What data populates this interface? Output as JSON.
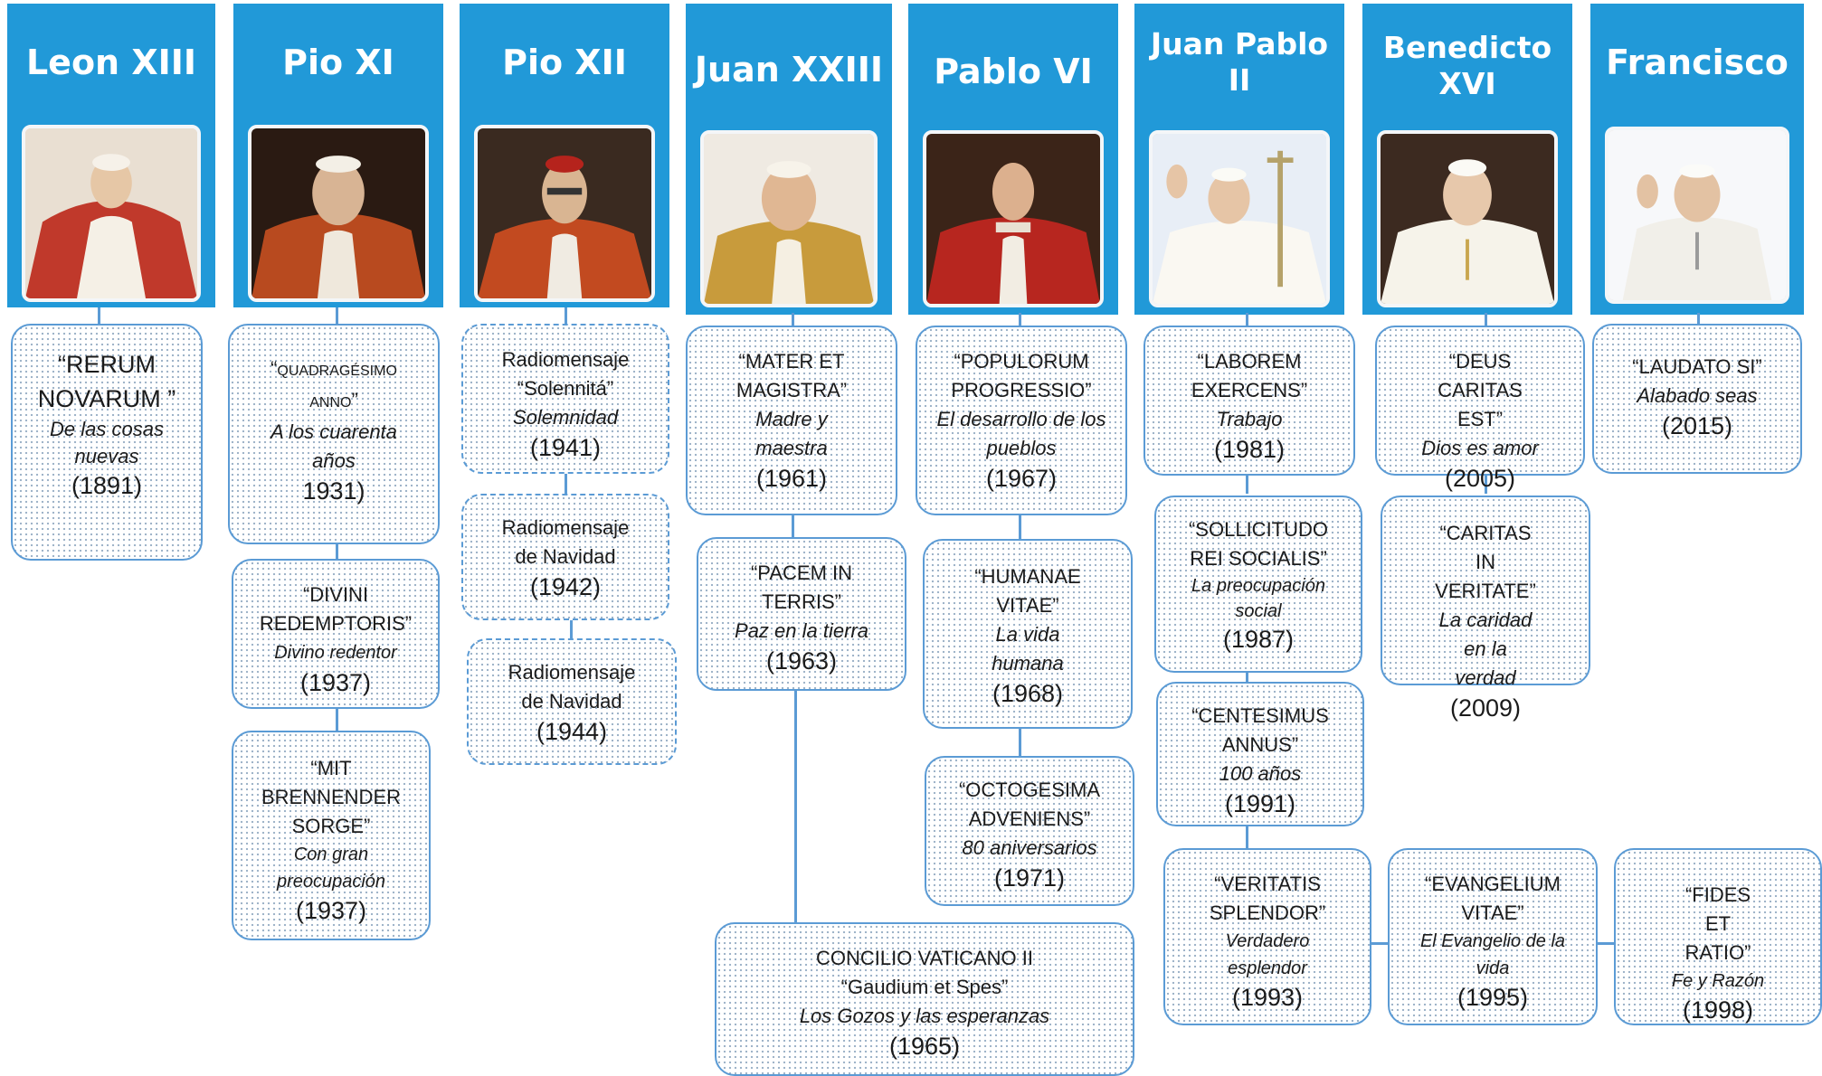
{
  "popes": [
    {
      "name": "Leon XIII",
      "portrait": "portrait-leo-xiii"
    },
    {
      "name": "Pio XI",
      "portrait": "portrait-pius-xi"
    },
    {
      "name": "Pio XII",
      "portrait": "portrait-pius-xii"
    },
    {
      "name": "Juan XXIII",
      "portrait": "portrait-john-xxiii"
    },
    {
      "name": "Pablo VI",
      "portrait": "portrait-paul-vi"
    },
    {
      "name": "Juan Pablo II",
      "portrait": "portrait-john-paul-ii"
    },
    {
      "name": "Benedicto XVI",
      "portrait": "portrait-benedict-xvi"
    },
    {
      "name": "Francisco",
      "portrait": "portrait-francis"
    }
  ],
  "documents": {
    "rerum": {
      "title": "“RERUM NOVARUM ”",
      "subtitle": "De las cosas nuevas",
      "year": "(1891)"
    },
    "quadragesimo": {
      "title_open": "“",
      "title_caps": "QUADRAGÉSIMO ANNO",
      "title_close": "”",
      "subtitle": "A los cuarenta años",
      "year": "1931)"
    },
    "divini": {
      "title": "“DIVINI REDEMPTORIS”",
      "subtitle": "Divino redentor",
      "year": "(1937)"
    },
    "mit": {
      "title": "“MIT BRENNENDER SORGE”",
      "subtitle": "Con gran preocupación",
      "year": "(1937)"
    },
    "radio1941": {
      "title": "Radiomensaje “Solennitá”",
      "subtitle": "Solemnidad",
      "year": "(1941)"
    },
    "radio1942": {
      "title": "Radiomensaje de Navidad",
      "year": "(1942)"
    },
    "radio1944": {
      "title": "Radiomensaje de Navidad",
      "year": "(1944)"
    },
    "mater": {
      "title": "“MATER ET MAGISTRA”",
      "subtitle": "Madre y maestra",
      "year": "(1961)"
    },
    "pacem": {
      "title": "“PACEM IN TERRIS”",
      "subtitle": "Paz en la tierra",
      "year": "(1963)"
    },
    "concilio": {
      "title": "CONCILIO VATICANO II",
      "subtitle_quote": "“Gaudium et Spes”",
      "subtitle": "Los Gozos y las esperanzas",
      "year": "(1965)"
    },
    "populorum": {
      "title": "“POPULORUM PROGRESSIO”",
      "subtitle": "El desarrollo de los pueblos",
      "year": "(1967)"
    },
    "humanae": {
      "title": "“HUMANAE VITAE”",
      "subtitle": "La vida humana",
      "year": "(1968)"
    },
    "octogesima": {
      "title": "“OCTOGESIMA ADVENIENS”",
      "subtitle": "80 aniversarios",
      "year": "(1971)"
    },
    "laborem": {
      "title": "“LABOREM EXERCENS”",
      "subtitle": "Trabajo",
      "year": "(1981)"
    },
    "sollicitudo": {
      "title": "“SOLLICITUDO REI SOCIALIS”",
      "subtitle": "La preocupación social",
      "year": "(1987)"
    },
    "centesimus": {
      "title": "“CENTESIMUS ANNUS”",
      "subtitle": "100 años",
      "year": "(1991)"
    },
    "veritatis": {
      "title": "“VERITATIS SPLENDOR”",
      "subtitle": "Verdadero esplendor",
      "year": "(1993)"
    },
    "evangelium": {
      "title": "“EVANGELIUM VITAE”",
      "subtitle": "El Evangelio de la vida",
      "year": "(1995)"
    },
    "fides": {
      "title": "“FIDES ET RATIO”",
      "subtitle": "Fe y Razón",
      "year": "(1998)"
    },
    "deus": {
      "title": "“DEUS CARITAS EST”",
      "subtitle": "Dios es amor",
      "year": "(2005)"
    },
    "caritas": {
      "title": "“CARITAS IN VERITATE”",
      "subtitle": "La caridad en la verdad",
      "year": "(2009)"
    },
    "laudato": {
      "title": "“LAUDATO SI”",
      "subtitle": "Alabado seas",
      "year": "(2015)"
    }
  },
  "colors": {
    "header_blue": "#2199d8",
    "node_border": "#5b9bd5",
    "dot_pattern": "#9fb4c9"
  }
}
